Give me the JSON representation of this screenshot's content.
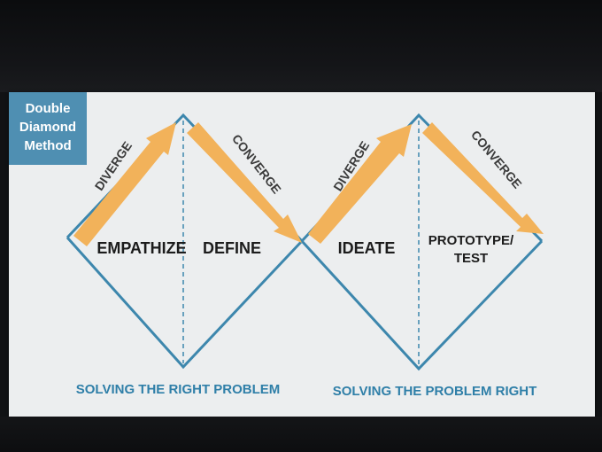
{
  "title_lines": [
    "Double",
    "Diamond",
    "Method"
  ],
  "arrows": {
    "d1_diverge": "DIVERGE",
    "d1_converge": "CONVERGE",
    "d2_diverge": "DIVERGE",
    "d2_converge": "CONVERGE"
  },
  "phases": {
    "empathize": "EMPATHIZE",
    "define": "DEFINE",
    "ideate": "IDEATE",
    "prototype_line1": "PROTOTYPE/",
    "prototype_line2": "TEST"
  },
  "footer": {
    "left": "SOLVING THE RIGHT PROBLEM",
    "right": "SOLVING THE PROBLEM RIGHT"
  },
  "colors": {
    "diamond_stroke": "#3d87ad",
    "arrow_fill": "#f2b25a",
    "phase_text": "#1c1c1c",
    "arrow_text": "#3a3a3a",
    "footer_text": "#2f7fa8",
    "title_box": "#4f8fb2"
  }
}
